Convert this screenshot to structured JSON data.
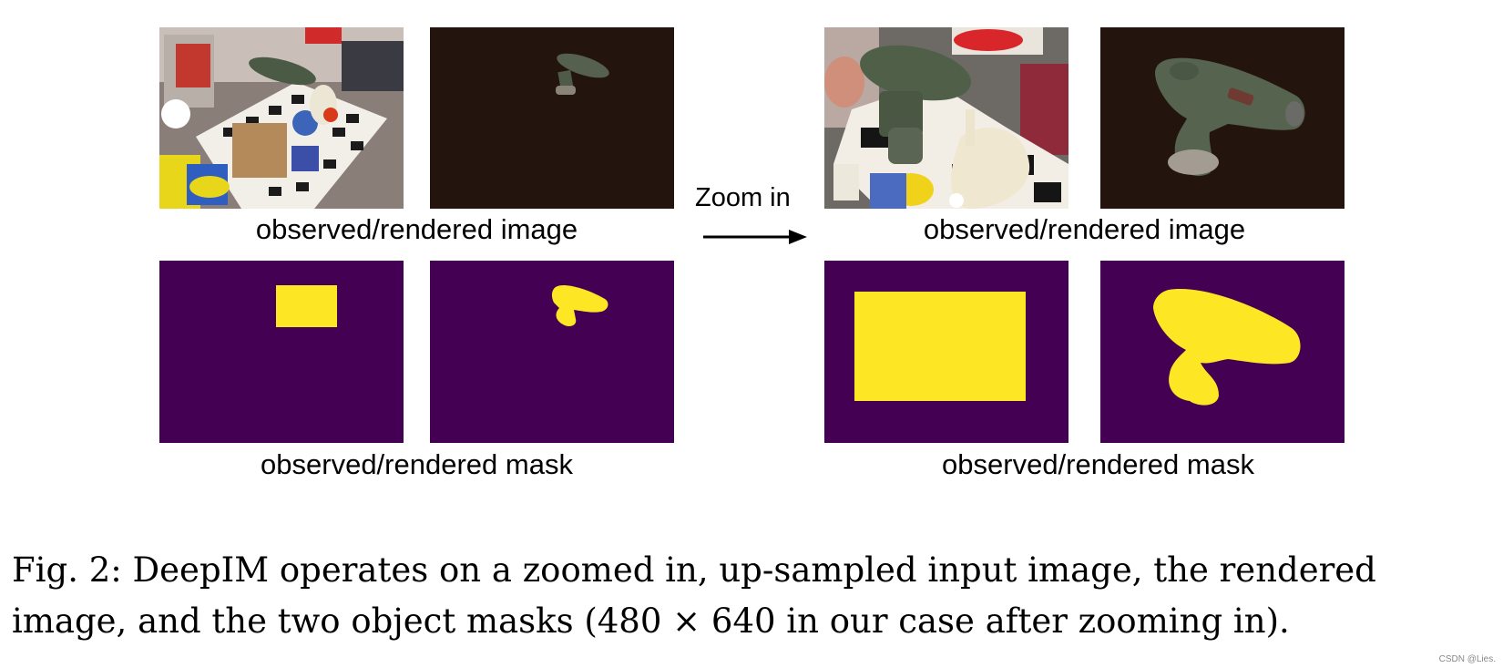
{
  "figure": {
    "left_group": {
      "image_label": "observed/rendered image",
      "mask_label": "observed/rendered mask"
    },
    "right_group": {
      "image_label": "observed/rendered image",
      "mask_label": "observed/rendered mask"
    },
    "zoom_label": "Zoom in",
    "colors": {
      "mask_background": "#440154",
      "mask_foreground": "#FDE725",
      "render_background": "#24140e"
    }
  },
  "caption": {
    "line1": "Fig. 2: DeepIM operates on a zoomed in, up-sampled input image, the rendered",
    "line2": "image, and the two object masks (480 × 640 in our case after zooming in)."
  },
  "watermark": "CSDN @Lies."
}
